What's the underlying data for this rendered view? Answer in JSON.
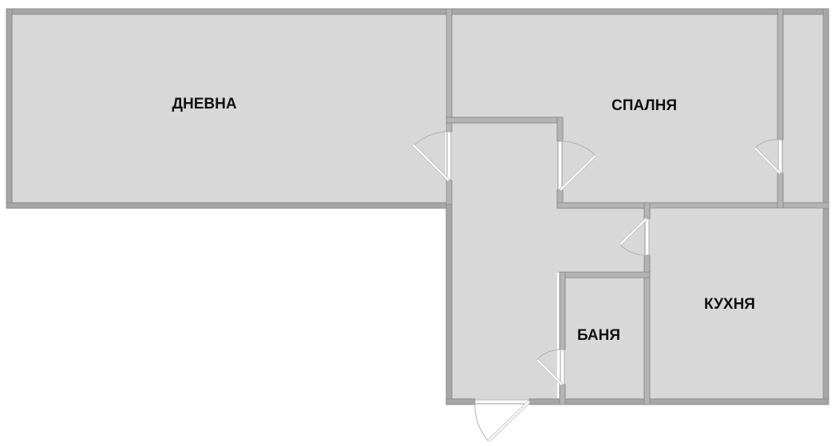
{
  "plan": {
    "rooms": {
      "living_room": {
        "label": "ДНЕВНА"
      },
      "bedroom": {
        "label": "СПАЛНЯ"
      },
      "kitchen": {
        "label": "КУХНЯ"
      },
      "bathroom": {
        "label": "БАНЯ"
      }
    },
    "colors": {
      "floor": "#d8d8d8",
      "wall": "#a6a6a6",
      "wall_outline": "#8c8c8c",
      "background": "#ffffff",
      "label": "#111111"
    }
  }
}
